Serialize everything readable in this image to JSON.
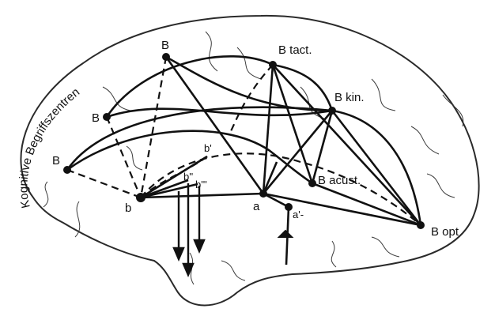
{
  "diagram": {
    "arc_label": "Kognitive Begriffszentren",
    "nodes": {
      "B_top": "B",
      "B_mid": "B",
      "B_left": "B",
      "B_tact": "B tact.",
      "B_kin": "B kin.",
      "B_acust": "B acust.",
      "B_opt": "B opt",
      "a": "a",
      "a_prime": "a'-",
      "b": "b",
      "b_prime": "b'",
      "b_double": "b''",
      "b_triple": "b'''"
    },
    "colors": {
      "ink": "#111111",
      "outline": "#2a2a2a",
      "background": "#ffffff"
    }
  }
}
